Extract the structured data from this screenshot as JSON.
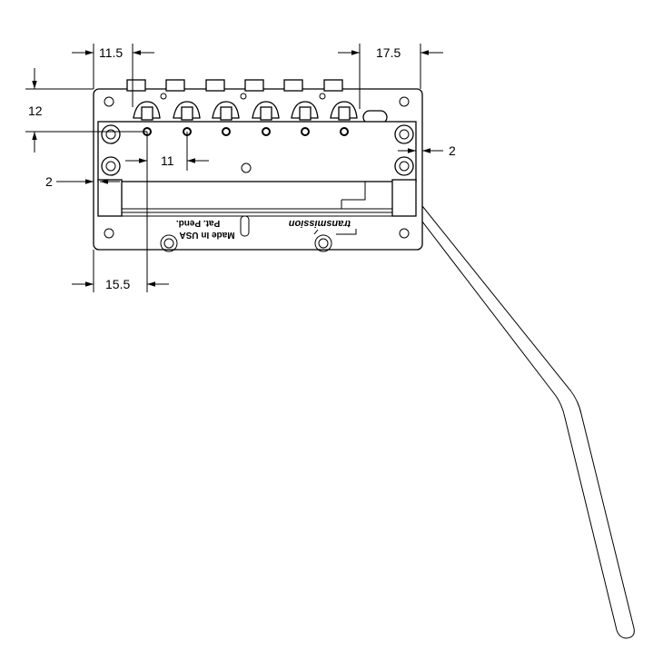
{
  "dimensions": {
    "top_left": "11.5",
    "top_right": "17.5",
    "left_height": "12",
    "saddle_pitch": "11",
    "right_gap": "2",
    "left_gap": "2",
    "bottom_left": "15.5"
  },
  "engraving": {
    "pat_pend": "Pat. Pend.",
    "made_in": "Made In USA",
    "brand": "transmission"
  },
  "colors": {
    "line": "#000000",
    "background": "#ffffff"
  }
}
